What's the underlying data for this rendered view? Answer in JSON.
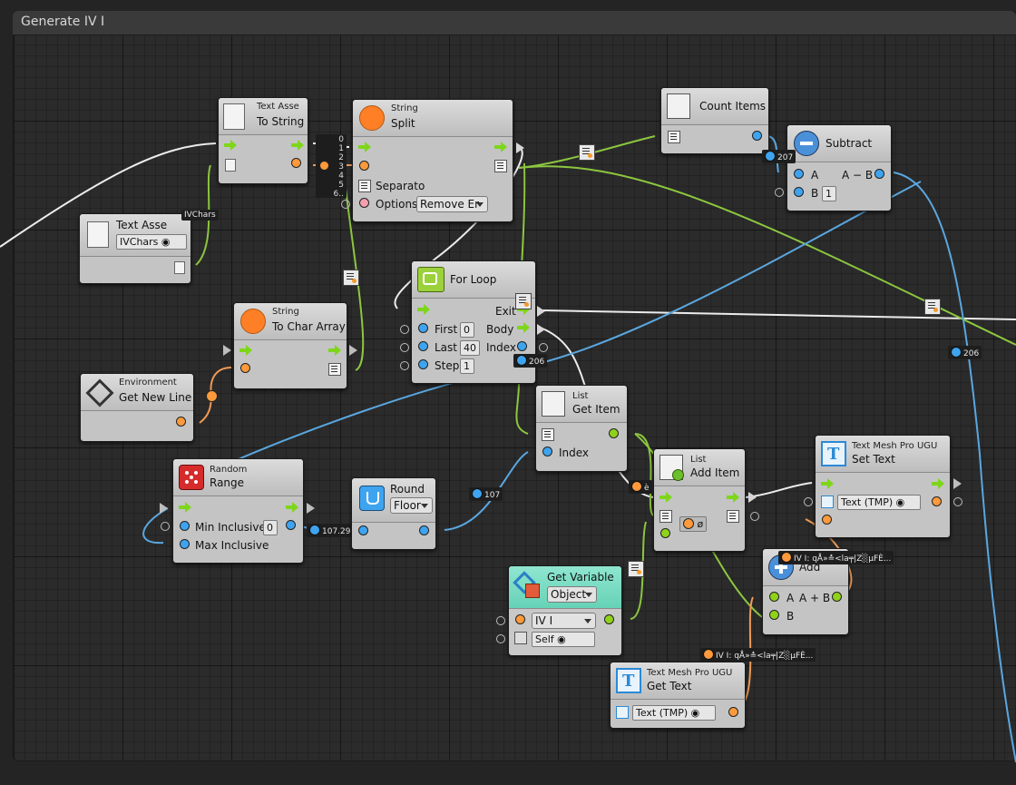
{
  "graph_title": "Generate IV I",
  "nodes": {
    "text_asset_to_string": {
      "title": "Text Asse",
      "subtitle": "To String"
    },
    "text_asset_literal": {
      "title": "Text Asse",
      "value": "IVChars",
      "badge": "IVChars"
    },
    "string_split": {
      "title": "String",
      "subtitle": "Split",
      "separator_label": "Separato",
      "options_label": "Options",
      "options_value": "Remove Er"
    },
    "count_items": {
      "title": "Count Items"
    },
    "subtract": {
      "title": "Subtract",
      "a_label": "A",
      "ab_label": "A − B",
      "b_label": "B",
      "b_value": "1",
      "badge": "207"
    },
    "for_loop": {
      "title": "For Loop",
      "exit_label": "Exit",
      "body_label": "Body",
      "first_label": "First",
      "first_value": "0",
      "last_label": "Last",
      "last_value": "40",
      "index_label": "Index",
      "step_label": "Step",
      "step_value": "1",
      "badge": "206"
    },
    "string_to_char_array": {
      "title": "String",
      "subtitle": "To Char Array"
    },
    "environment_new_line": {
      "title": "Environment",
      "subtitle": "Get New Line"
    },
    "list_get_item": {
      "title": "List",
      "subtitle": "Get Item",
      "index_label": "Index"
    },
    "random_range": {
      "title": "Random",
      "subtitle": "Range",
      "min_label": "Min Inclusive",
      "min_value": "0",
      "max_label": "Max Inclusive",
      "badge": "107.29"
    },
    "round": {
      "title": "Round",
      "mode": "Floor",
      "badge": "107"
    },
    "list_add_item": {
      "title": "List",
      "subtitle": "Add Item",
      "badge": "ø"
    },
    "tmp_set_text": {
      "title": "Text Mesh Pro UGU",
      "subtitle": "Set Text",
      "target": "Text (TMP)"
    },
    "add": {
      "title": "Add",
      "a_label": "A",
      "ab_label": "A + B",
      "b_label": "B",
      "badge": "IV I: qÅ»≛<la╤|Z░µFÈ..."
    },
    "get_variable": {
      "title": "Get Variable",
      "kind": "Object",
      "name": "IV I",
      "target": "Self"
    },
    "tmp_get_text": {
      "title": "Text Mesh Pro UGU",
      "subtitle": "Get Text",
      "target": "Text (TMP)",
      "badge": "IV I: qÅ»≛<la╤|Z░µFÈ..."
    }
  },
  "floating_badges": {
    "for_loop_right": "206"
  },
  "split_index_list": [
    "0",
    "1",
    "2",
    "3",
    "4",
    "5",
    "6.."
  ],
  "colors": {
    "wire_control": "#ffffff",
    "wire_green": "#8cc63f",
    "wire_blue": "#5aa7e0",
    "wire_orange": "#ee9a55",
    "accent_teal": "#66d2b6"
  }
}
